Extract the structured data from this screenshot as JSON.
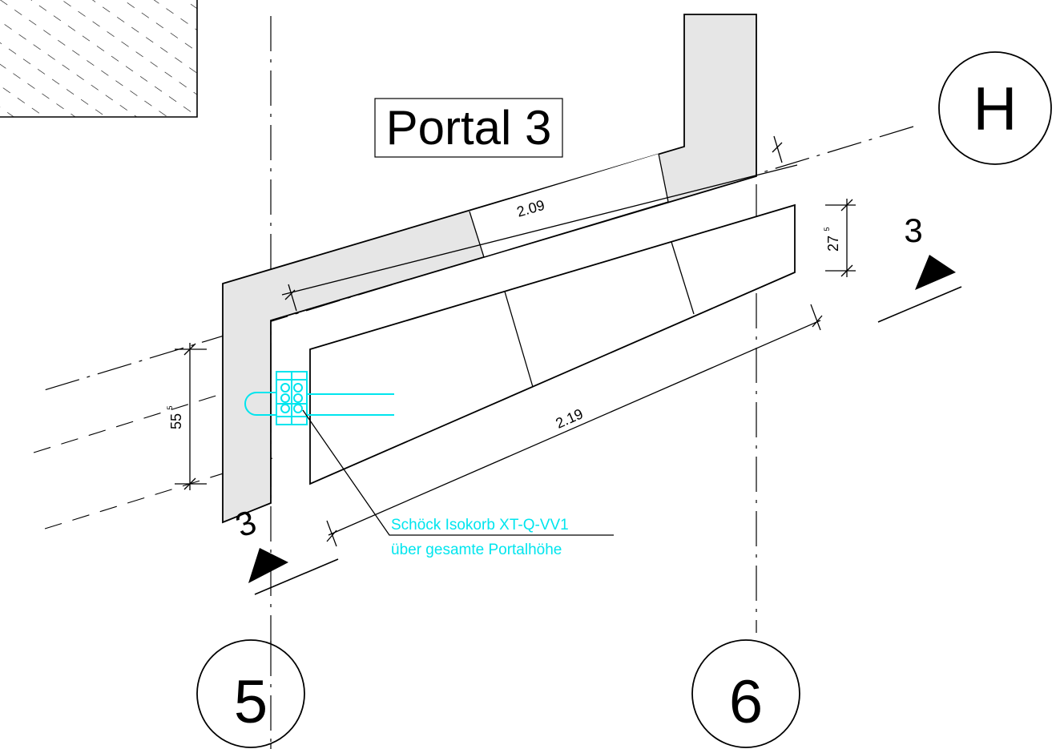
{
  "drawing": {
    "title": "Portal 3",
    "grid_axes": {
      "horizontal": "H",
      "left_vertical": "5",
      "right_vertical": "6"
    },
    "section_marks": {
      "upper_right": "3",
      "lower_left": "3"
    },
    "dimensions": {
      "top_span": "2.09",
      "bottom_span": "2.19",
      "left_depth_main": "55",
      "left_depth_sup": "5",
      "right_depth_main": "27",
      "right_depth_sup": "5"
    },
    "annotation": {
      "line1": "Schöck Isokorb XT-Q-VV1",
      "line2": "über gesamte Portalhöhe"
    },
    "colors": {
      "annotation": "#00e5ee",
      "wall_fill": "#e6e6e6",
      "linework": "#000000"
    }
  }
}
